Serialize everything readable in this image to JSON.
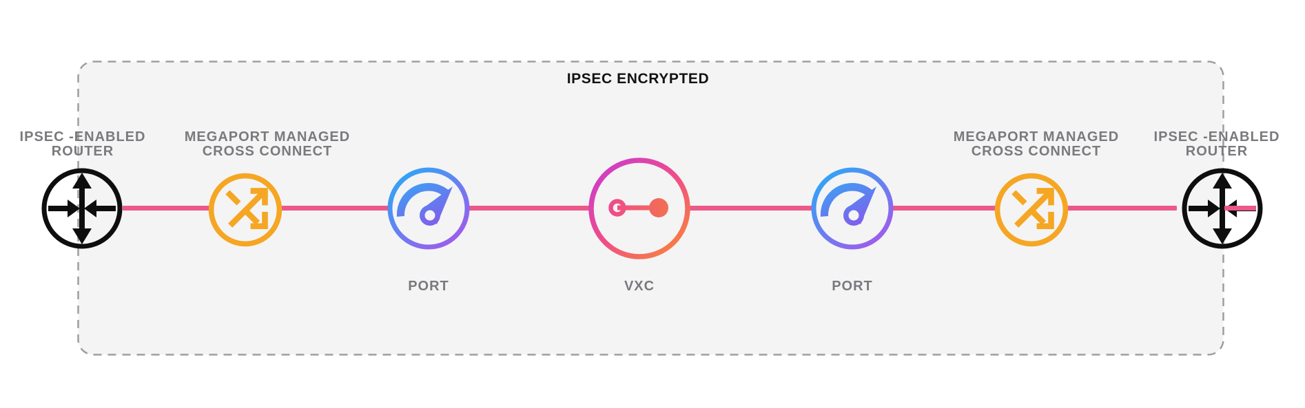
{
  "encryption_zone": {
    "title": "IPSEC ENCRYPTED",
    "background": "#f4f4f5",
    "border_color": "#9e9ea0"
  },
  "connection": {
    "color": "#ec5988"
  },
  "colors": {
    "router_black": "#0e0e0e",
    "cross_connect_orange": "#f5a623",
    "port_ring_start": "#2ea6f6",
    "port_ring_end": "#a557ec",
    "port_icon_start": "#3f9ef4",
    "port_icon_end": "#8a55ea",
    "vxc_ring_start": "#cf3dc6",
    "vxc_ring_mid": "#f04e86",
    "vxc_ring_end": "#f8823d",
    "vxc_icon_start": "#ee4a8e",
    "vxc_icon_end": "#f37050",
    "label_gray": "#797a7d",
    "title_black": "#131313",
    "link_pink": "#ec5988"
  },
  "nodes": [
    {
      "id": "ipsec-router-left",
      "type": "router",
      "label_lines": [
        "IPSEC -ENABLED",
        "ROUTER"
      ]
    },
    {
      "id": "cross-connect-left",
      "type": "cross-connect",
      "label_lines": [
        "MEGAPORT MANAGED",
        "CROSS CONNECT"
      ]
    },
    {
      "id": "port-left",
      "type": "port",
      "label_lines": [
        "PORT"
      ]
    },
    {
      "id": "vxc",
      "type": "vxc",
      "label_lines": [
        "VXC"
      ]
    },
    {
      "id": "port-right",
      "type": "port",
      "label_lines": [
        "PORT"
      ]
    },
    {
      "id": "cross-connect-right",
      "type": "cross-connect",
      "label_lines": [
        "MEGAPORT MANAGED",
        "CROSS CONNECT"
      ]
    },
    {
      "id": "ipsec-router-right",
      "type": "router",
      "label_lines": [
        "IPSEC -ENABLED",
        "ROUTER"
      ]
    }
  ]
}
